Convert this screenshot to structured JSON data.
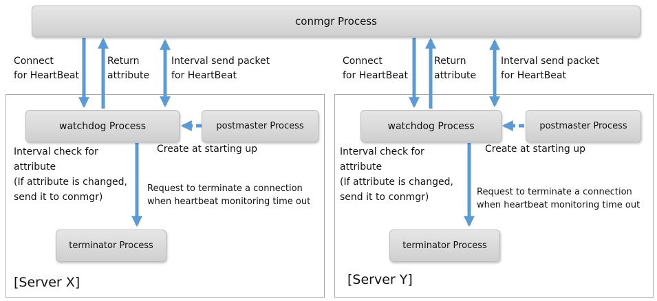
{
  "top": {
    "label": "conmgr Process"
  },
  "servers": [
    {
      "name": "[Server X]",
      "watchdog": "watchdog Process",
      "postmaster": "postmaster Process",
      "terminator": "terminator Process",
      "connect": "Connect\nfor HeartBeat",
      "return": "Return\nattribute",
      "interval": "Interval send packet\nfor HeartBeat",
      "create": "Create at starting up",
      "check": "Interval check for\nattribute\n(If attribute is changed,\nsend it to conmgr)",
      "request": "Request to terminate a connection\nwhen heartbeat monitoring time out"
    },
    {
      "name": "[Server Y]",
      "watchdog": "watchdog Process",
      "postmaster": "postmaster Process",
      "terminator": "terminator Process",
      "connect": "Connect\nfor HeartBeat",
      "return": "Return\nattribute",
      "interval": "Interval send packet\nfor HeartBeat",
      "create": "Create at starting up",
      "check": "Interval check for\nattribute\n(If attribute is changed,\nsend it to conmgr)",
      "request": "Request to terminate a connection\nwhen heartbeat monitoring time out"
    }
  ],
  "colors": {
    "arrow": "#5b9bd5",
    "box_top": "#e6e6e6",
    "box_bottom": "#cfcfcf"
  }
}
